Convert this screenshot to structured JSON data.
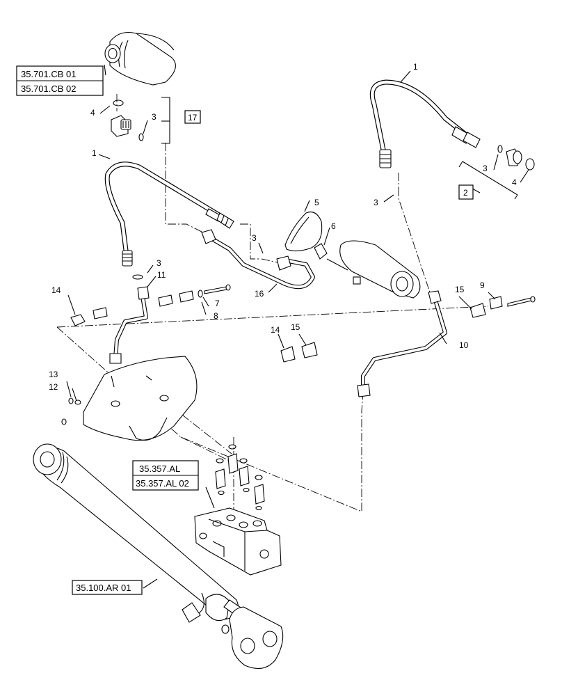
{
  "callouts": {
    "c1a": "1",
    "c1b": "1",
    "c2": "2",
    "c3a": "3",
    "c3b": "3",
    "c3c": "3",
    "c3d": "3",
    "c3e": "3",
    "c4a": "4",
    "c4b": "4",
    "c5": "5",
    "c6": "6",
    "c7": "7",
    "c8": "8",
    "c9": "9",
    "c10": "10",
    "c11": "11",
    "c12": "12",
    "c13": "13",
    "c14a": "14",
    "c14b": "14",
    "c15a": "15",
    "c15b": "15",
    "c16": "16",
    "c17": "17"
  },
  "references": {
    "cb01": "35.701.CB 01",
    "cb02": "35.701.CB 02",
    "al": "35.357.AL",
    "al02": "35.357.AL 02",
    "ar01": "35.100.AR 01"
  },
  "colors": {
    "line": "#000000",
    "background": "#ffffff"
  }
}
